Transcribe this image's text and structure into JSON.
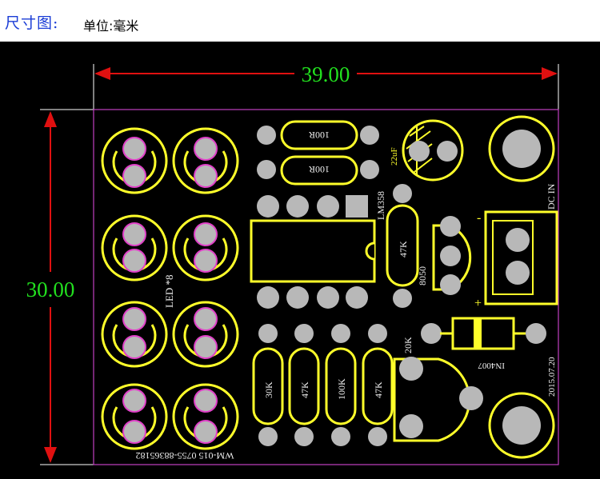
{
  "header": {
    "title": "尺寸图:",
    "unit_label": "单位:毫米"
  },
  "dimensions": {
    "width": "39.00",
    "height": "30.00"
  },
  "silkscreen": {
    "led_label": "LED *8",
    "resistor_100r_a": "100R",
    "resistor_100r_b": "100R",
    "cap_label": "22uF",
    "ic_label": "LM358",
    "r_47k_top": "47K",
    "transistor": "8050",
    "dc_in": "DC IN",
    "r_20k": "20K",
    "diode": "IN4007",
    "date": "2015.07.20",
    "r_30k": "30K",
    "r_47k_a": "47K",
    "r_100k": "100K",
    "r_47k_b": "47K",
    "board_id": "WM-015 0755-88365182",
    "polarity_plus": "+",
    "polarity_minus": "-"
  },
  "colors": {
    "board_bg": "#000000",
    "silkscreen": "#ffff2a",
    "pad_fill": "#b8b8b8",
    "pad_hole": "#e040c8",
    "dimension": "#22e01f",
    "arrow": "#e01010",
    "outline": "#c040c0"
  }
}
